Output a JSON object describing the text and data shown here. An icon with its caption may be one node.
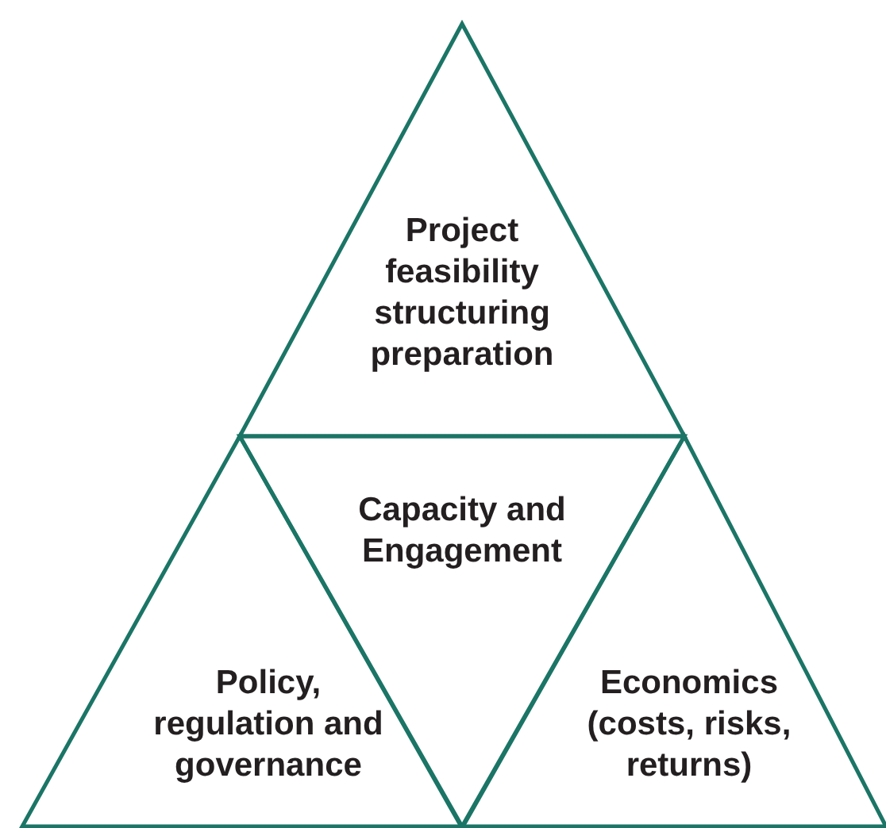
{
  "diagram": {
    "nodes": [
      {
        "text": [
          "Project feasibility structuring preparation"
        ]
      },
      {
        "text": [
          "Capacity and Engagement"
        ]
      },
      {
        "text": [
          "Policy, regulation and governance"
        ]
      },
      {
        "text": [
          "Economics (costs, risks, returns)"
        ]
      }
    ]
  }
}
